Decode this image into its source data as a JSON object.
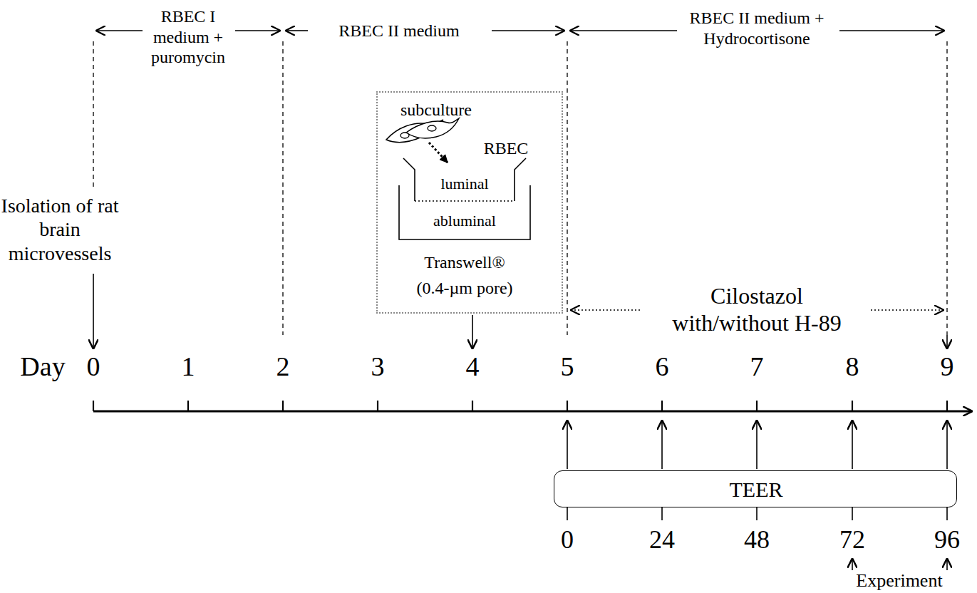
{
  "diagram": {
    "nodes": [
      {
        "text": [
          "subculture",
          "RBEC"
        ]
      },
      {
        "text": [
          "luminal",
          "abluminal",
          "Transwell®",
          "(0.4-µm pore)"
        ],
        "in": 0
      },
      {
        "text": [
          "TEER"
        ]
      }
    ],
    "labels": [
      "RBEC I medium + puromycin",
      "RBEC II medium",
      "RBEC II medium + Hydrocortisone",
      "Isolation of rat brain microvessels",
      "Cilostazol with/without H-89",
      "Day",
      "0",
      "1",
      "2",
      "3",
      "4",
      "5",
      "6",
      "7",
      "8",
      "9",
      "0",
      "24",
      "48",
      "72",
      "96",
      "Experiment"
    ]
  }
}
